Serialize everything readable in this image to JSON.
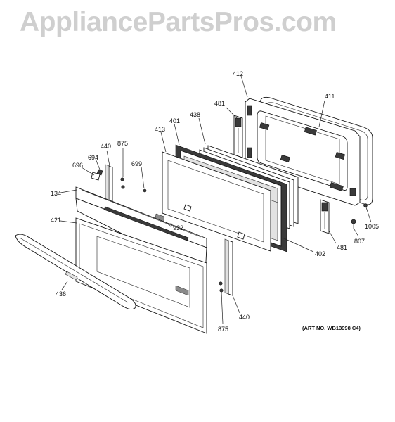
{
  "watermark": "AppliancePartsPros.com",
  "art_number": "(ART NO. WB13998 C4)",
  "callouts": [
    {
      "id": "412",
      "label": "412"
    },
    {
      "id": "411",
      "label": "411"
    },
    {
      "id": "481a",
      "label": "481"
    },
    {
      "id": "438",
      "label": "438"
    },
    {
      "id": "401",
      "label": "401"
    },
    {
      "id": "413",
      "label": "413"
    },
    {
      "id": "875a",
      "label": "875"
    },
    {
      "id": "440a",
      "label": "440"
    },
    {
      "id": "694",
      "label": "694"
    },
    {
      "id": "696",
      "label": "696"
    },
    {
      "id": "699",
      "label": "699"
    },
    {
      "id": "134",
      "label": "134"
    },
    {
      "id": "421",
      "label": "421"
    },
    {
      "id": "932",
      "label": "932"
    },
    {
      "id": "1005",
      "label": "1005"
    },
    {
      "id": "807",
      "label": "807"
    },
    {
      "id": "481b",
      "label": "481"
    },
    {
      "id": "402",
      "label": "402"
    },
    {
      "id": "436",
      "label": "436"
    },
    {
      "id": "440b",
      "label": "440"
    },
    {
      "id": "875b",
      "label": "875"
    }
  ]
}
